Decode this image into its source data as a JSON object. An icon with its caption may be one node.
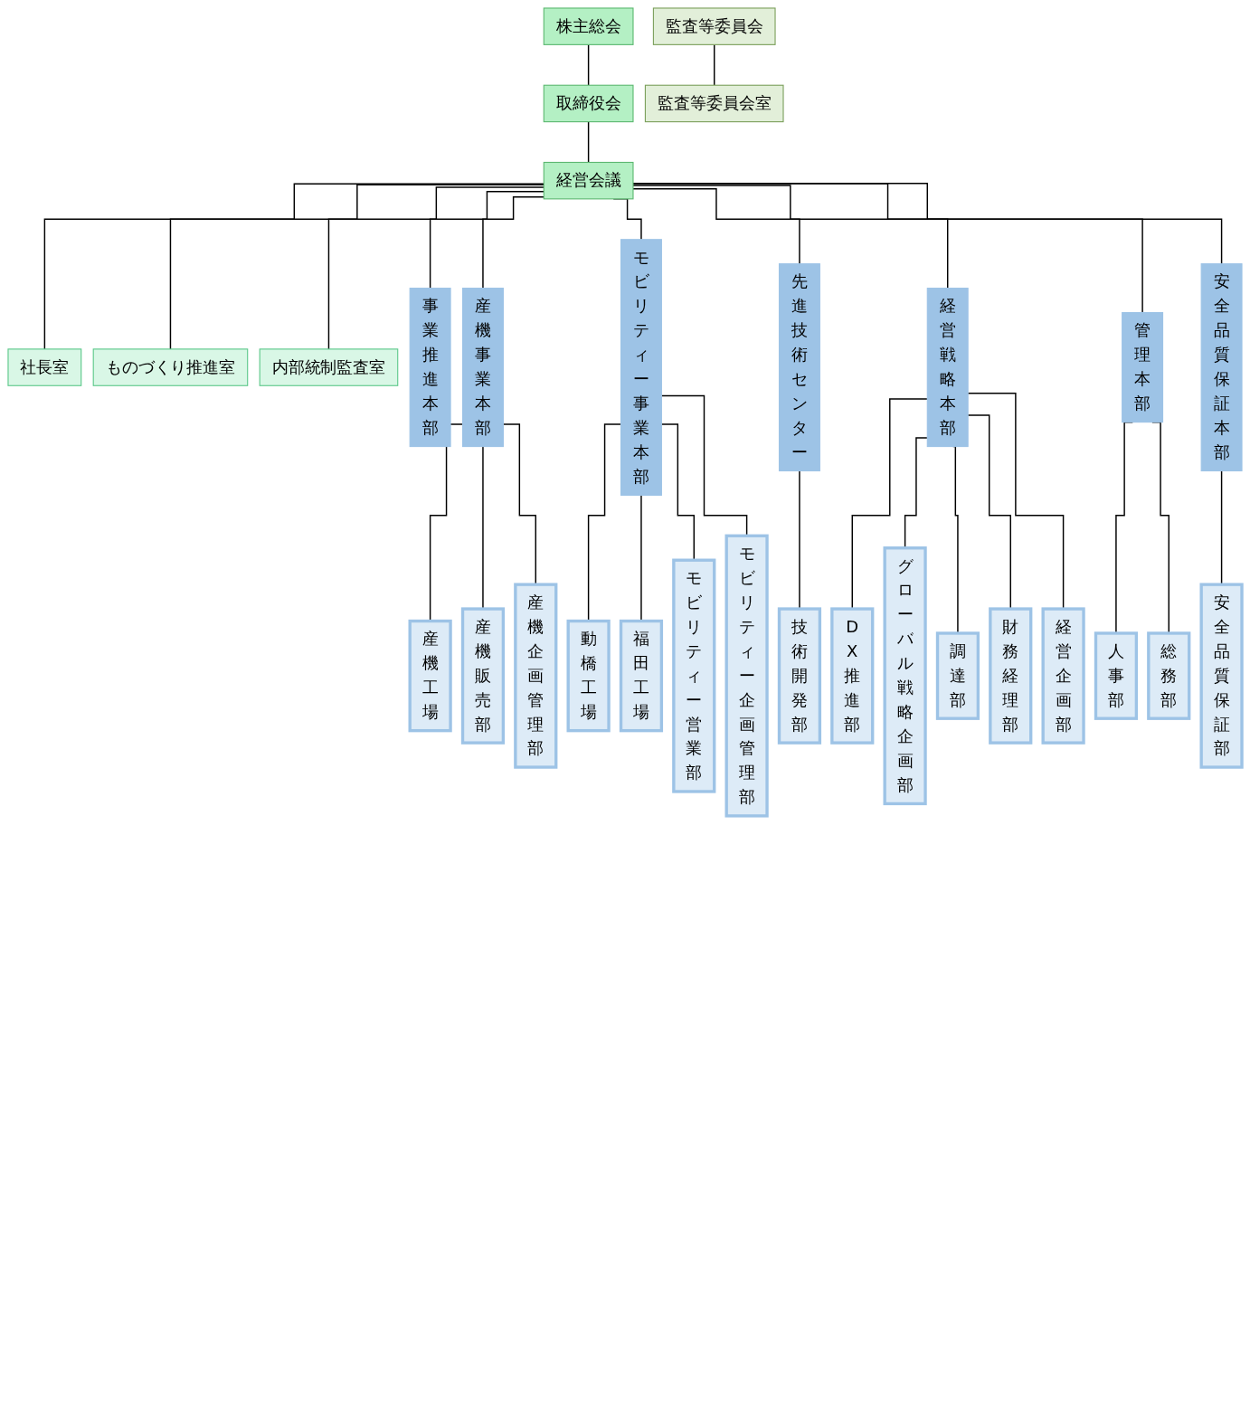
{
  "diagram": {
    "nodes": [
      {
        "text": [
          "株主総会"
        ]
      },
      {
        "text": [
          "取締役会"
        ]
      },
      {
        "text": [
          "経営会議"
        ]
      },
      {
        "text": [
          "監査等委員会"
        ]
      },
      {
        "text": [
          "監査等委員会室"
        ]
      },
      {
        "text": [
          "社長室"
        ]
      },
      {
        "text": [
          "ものづくり推進室"
        ]
      },
      {
        "text": [
          "内部統制監査室"
        ]
      },
      {
        "text": [
          "事業推進本部"
        ]
      },
      {
        "text": [
          "産機事業本部"
        ]
      },
      {
        "text": [
          "モビリティー事業本部"
        ]
      },
      {
        "text": [
          "先進技術センター"
        ]
      },
      {
        "text": [
          "経営戦略本部"
        ]
      },
      {
        "text": [
          "管理本部"
        ]
      },
      {
        "text": [
          "安全品質保証本部"
        ]
      },
      {
        "text": [
          "産機工場"
        ]
      },
      {
        "text": [
          "産機販売部"
        ]
      },
      {
        "text": [
          "産機企画管理部"
        ]
      },
      {
        "text": [
          "動橋工場"
        ]
      },
      {
        "text": [
          "福田工場"
        ]
      },
      {
        "text": [
          "モビリティー営業部"
        ]
      },
      {
        "text": [
          "モビリティー企画管理部"
        ]
      },
      {
        "text": [
          "技術開発部"
        ]
      },
      {
        "text": [
          "DX推進部"
        ]
      },
      {
        "text": [
          "グローバル戦略企画部"
        ]
      },
      {
        "text": [
          "調達部"
        ]
      },
      {
        "text": [
          "財務経理部"
        ]
      },
      {
        "text": [
          "経営企画部"
        ]
      },
      {
        "text": [
          "人事部"
        ]
      },
      {
        "text": [
          "総務部"
        ]
      },
      {
        "text": [
          "安全品質保証部"
        ]
      }
    ],
    "edges": [
      {
        "from": 0,
        "to": 1,
        "arrow": "none"
      },
      {
        "from": 1,
        "to": 2,
        "arrow": "none"
      },
      {
        "from": 3,
        "to": 4,
        "arrow": "none"
      },
      {
        "from": 2,
        "to": 5,
        "arrow": "none"
      },
      {
        "from": 2,
        "to": 6,
        "arrow": "none"
      },
      {
        "from": 2,
        "to": 7,
        "arrow": "none"
      },
      {
        "from": 2,
        "to": 8,
        "arrow": "none"
      },
      {
        "from": 2,
        "to": 9,
        "arrow": "none"
      },
      {
        "from": 2,
        "to": 10,
        "arrow": "none"
      },
      {
        "from": 2,
        "to": 11,
        "arrow": "none"
      },
      {
        "from": 2,
        "to": 12,
        "arrow": "none"
      },
      {
        "from": 2,
        "to": 13,
        "arrow": "none"
      },
      {
        "from": 2,
        "to": 14,
        "arrow": "none"
      },
      {
        "from": 9,
        "to": 15,
        "arrow": "none"
      },
      {
        "from": 9,
        "to": 16,
        "arrow": "none"
      },
      {
        "from": 9,
        "to": 17,
        "arrow": "none"
      },
      {
        "from": 10,
        "to": 18,
        "arrow": "none"
      },
      {
        "from": 10,
        "to": 19,
        "arrow": "none"
      },
      {
        "from": 10,
        "to": 20,
        "arrow": "none"
      },
      {
        "from": 10,
        "to": 21,
        "arrow": "none"
      },
      {
        "from": 11,
        "to": 22,
        "arrow": "none"
      },
      {
        "from": 12,
        "to": 23,
        "arrow": "none"
      },
      {
        "from": 12,
        "to": 24,
        "arrow": "none"
      },
      {
        "from": 12,
        "to": 25,
        "arrow": "none"
      },
      {
        "from": 12,
        "to": 26,
        "arrow": "none"
      },
      {
        "from": 12,
        "to": 27,
        "arrow": "none"
      },
      {
        "from": 13,
        "to": 28,
        "arrow": "none"
      },
      {
        "from": 13,
        "to": 29,
        "arrow": "none"
      },
      {
        "from": 14,
        "to": 30,
        "arrow": "none"
      }
    ]
  }
}
